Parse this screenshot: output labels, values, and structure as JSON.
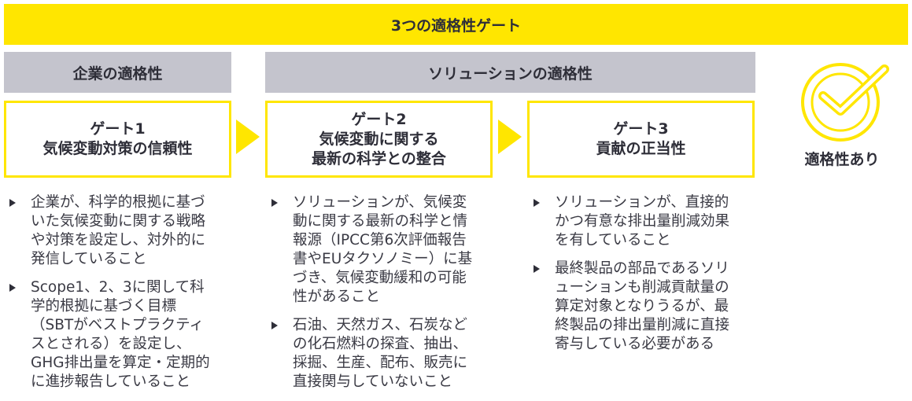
{
  "header": {
    "title": "3つの適格性ゲート"
  },
  "categories": {
    "company": "企業の適格性",
    "solution": "ソリューションの適格性"
  },
  "gates": [
    {
      "line1": "ゲート1",
      "line2": "気候変動対策の信頼性"
    },
    {
      "line1": "ゲート2",
      "line2": "気候変動に関する",
      "line3": "最新の科学との整合"
    },
    {
      "line1": "ゲート3",
      "line2": "貢献の正当性"
    }
  ],
  "result": {
    "label": "適格性あり",
    "icon": "check-circle-icon"
  },
  "bullets": [
    [
      "企業が、科学的根拠に基づいた気候変動に関する戦略や対策を設定し、対外的に発信していること",
      "Scope1、2、3に関して科学的根拠に基づく目標（SBTがベストプラクティスとされる）を設定し、GHG排出量を算定・定期的に進捗報告していること"
    ],
    [
      "ソリューションが、気候変動に関する最新の科学と情報源（IPCC第6次評価報告書やEUタクソノミー）に基づき、気候変動緩和の可能性があること",
      "石油、天然ガス、石炭などの化石燃料の探査、抽出、採掘、生産、配布、販売に直接関与していないこと"
    ],
    [
      "ソリューションが、直接的かつ有意な排出量削減効果を有していること",
      "最終製品の部品であるソリューションも削減貢献量の算定対象となりうるが、最終製品の排出量削減に直接寄与している必要がある"
    ]
  ],
  "colors": {
    "accent": "#ffe600",
    "gray": "#c4c4cd",
    "text": "#2e2e38"
  }
}
